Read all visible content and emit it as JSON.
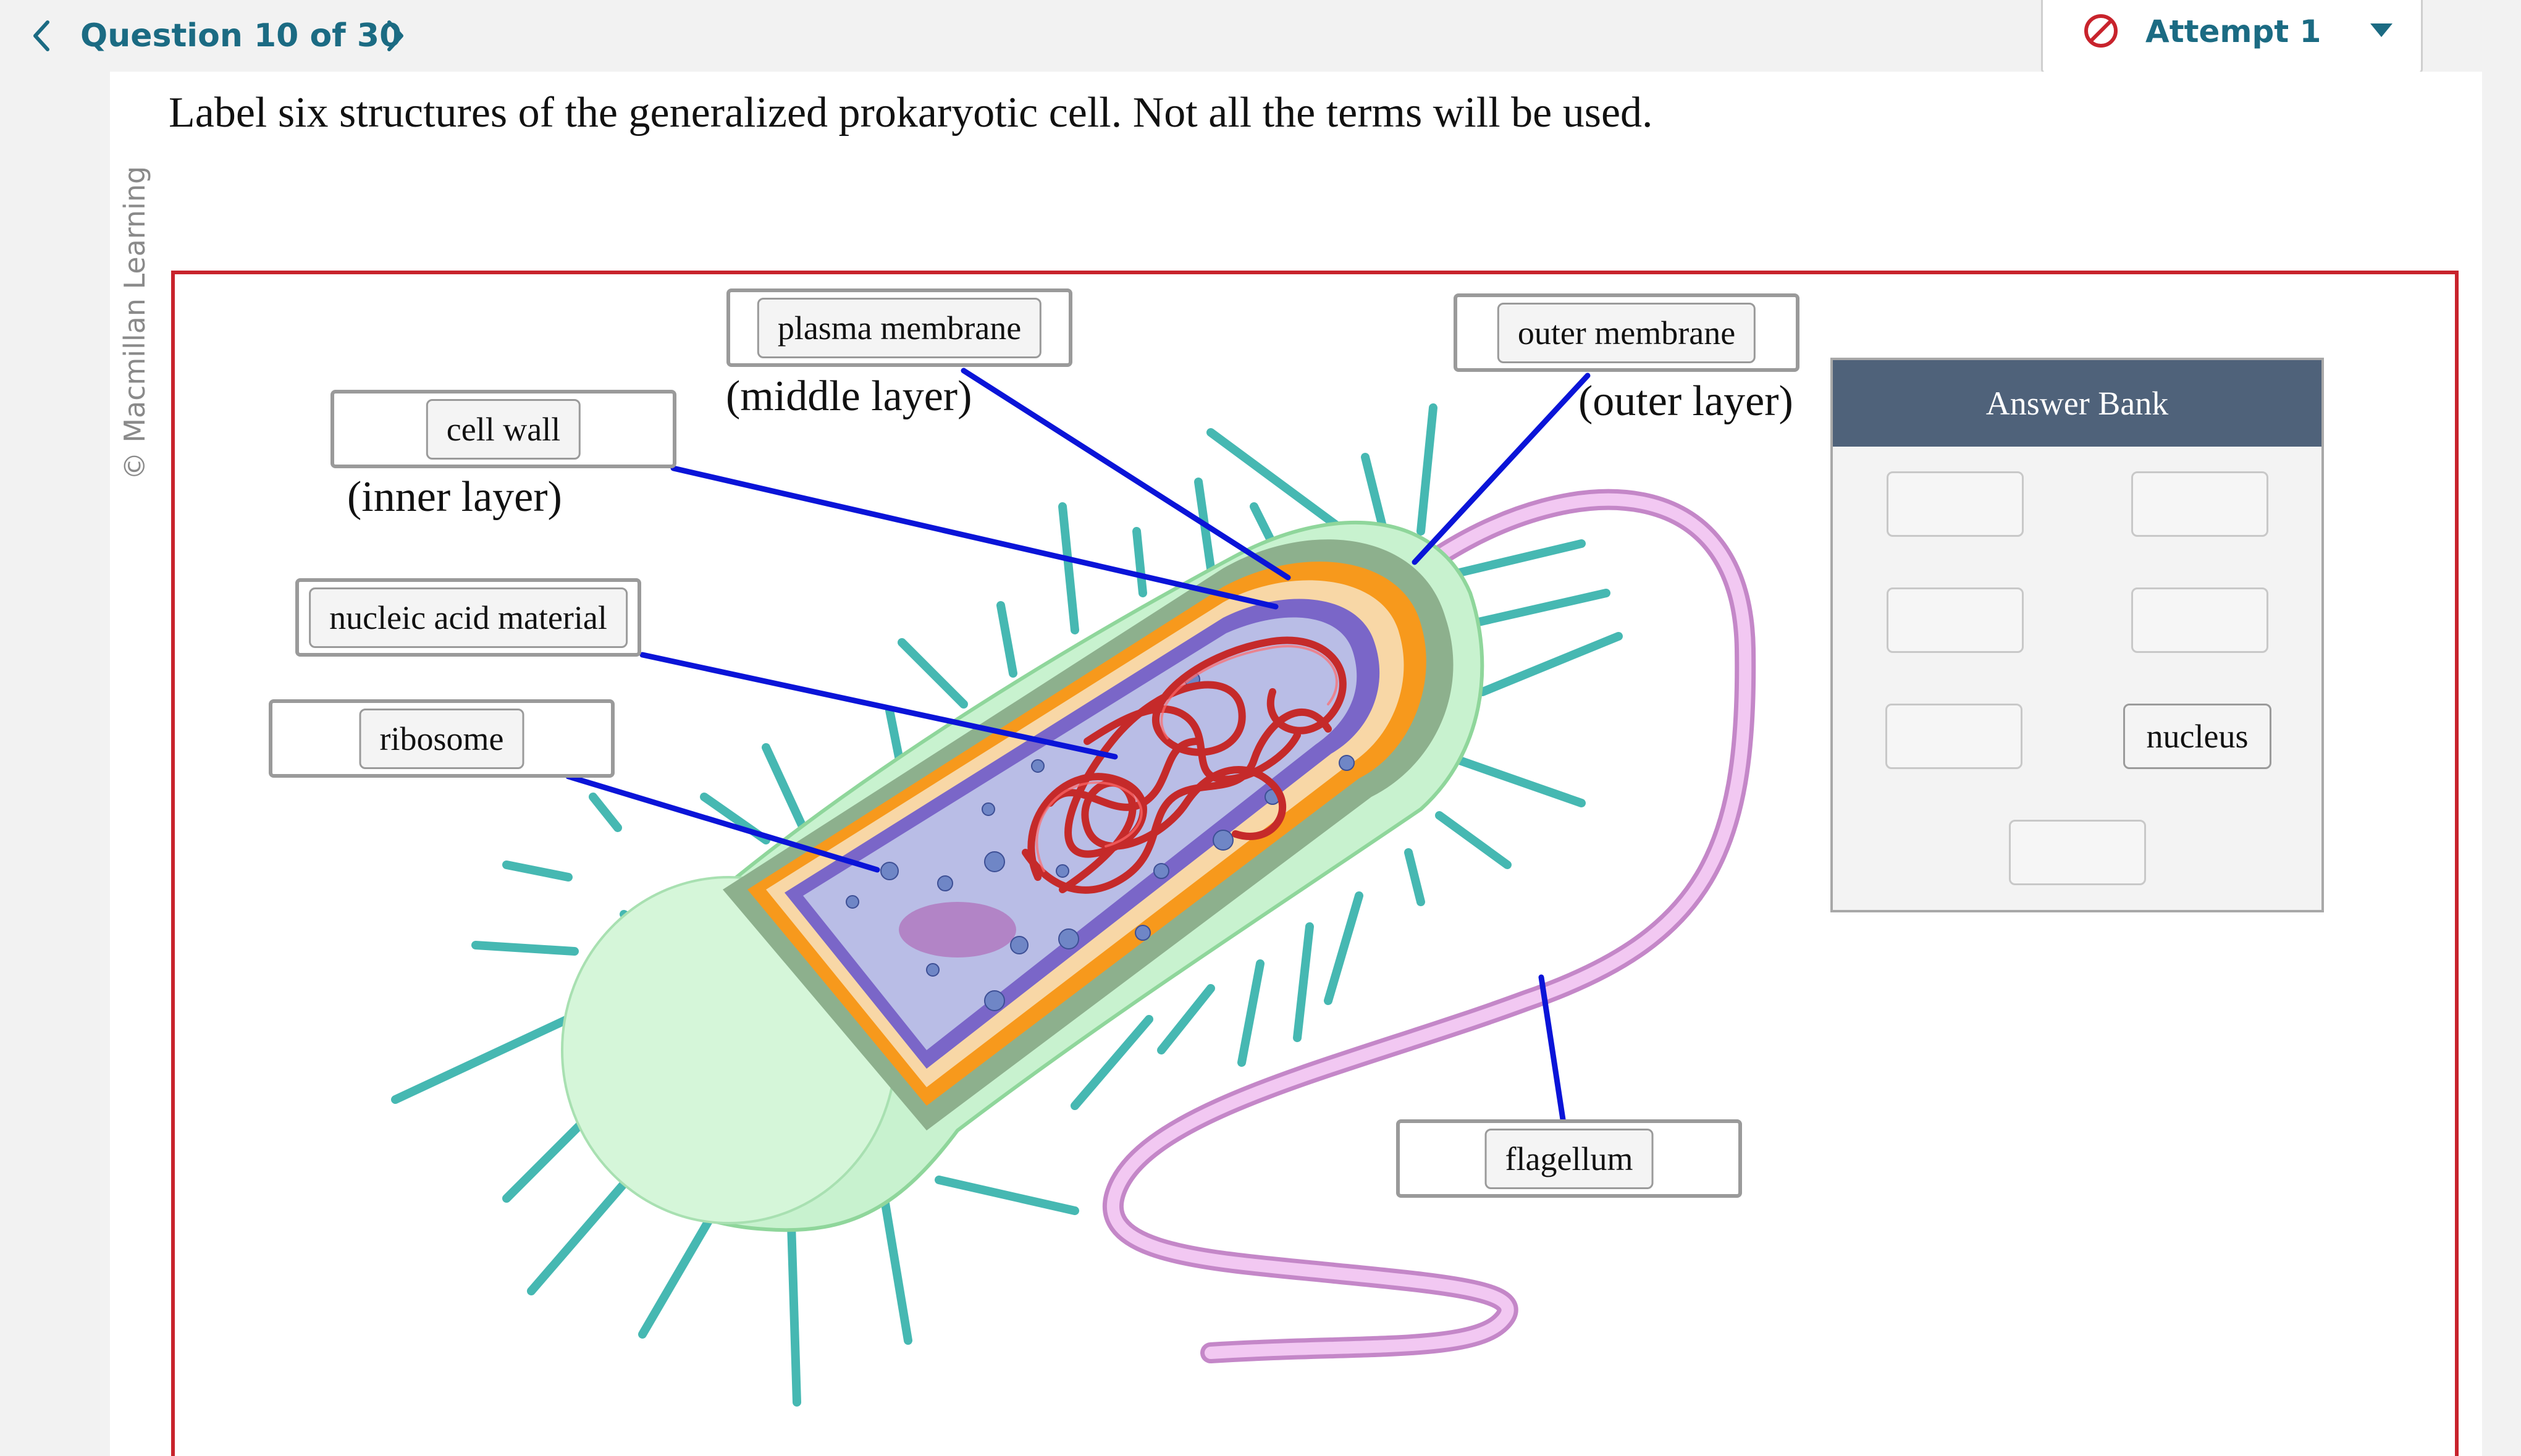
{
  "header": {
    "question_label": "Question 10 of 30",
    "attempt_label": "Attempt 1",
    "prev_icon": "chevron-left-icon",
    "next_icon": "chevron-right-icon",
    "attempt_icon": "ban-icon",
    "dropdown_icon": "caret-down-icon"
  },
  "credit": "© Macmillan Learning",
  "question_text": "Label six structures of the generalized prokaryotic cell. Not all the terms will be used.",
  "labels": {
    "plasma_membrane": "plasma membrane",
    "plasma_membrane_sub": "(middle layer)",
    "outer_membrane": "outer membrane",
    "outer_membrane_sub": "(outer layer)",
    "cell_wall": "cell wall",
    "cell_wall_sub": "(inner layer)",
    "nucleic_acid": "nucleic acid material",
    "ribosome": "ribosome",
    "flagellum": "flagellum"
  },
  "answer_bank": {
    "title": "Answer Bank",
    "remaining_term": "nucleus"
  },
  "colors": {
    "accent_teal": "#1b6b83",
    "frame_red": "#c8232c",
    "bank_header": "#4f627a",
    "leader_line": "#0a14d8"
  }
}
